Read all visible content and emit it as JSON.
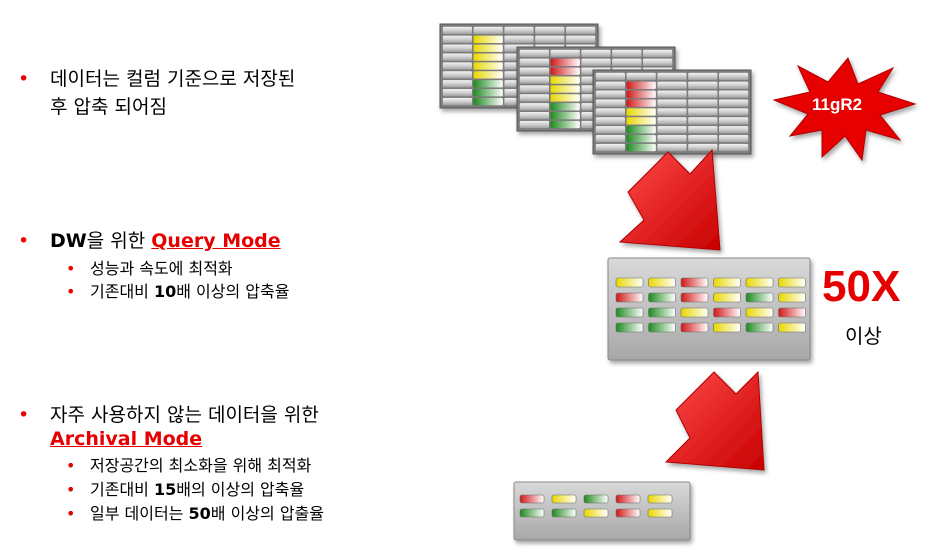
{
  "sections": [
    {
      "lines": [
        "데이터는 컬럼 기준으로 저장된",
        "후 압축 되어짐"
      ],
      "sub": []
    },
    {
      "prefix": "DW",
      "mid": "을 위한 ",
      "mode": "Query Mode",
      "sub": [
        {
          "text": "성능과 속도에 최적화"
        },
        {
          "pre": "기존대비 ",
          "num": "10",
          "post": "배 이상의 압축율"
        }
      ]
    },
    {
      "line1": "자주 사용하지 않는 데이터을 위한",
      "mode": "Archival Mode",
      "sub": [
        {
          "text": "저장공간의 최소화을 위해 최적화"
        },
        {
          "pre": "기존대비 ",
          "num": "15",
          "post": "배의 이상의 압축율"
        },
        {
          "pre": "일부 데이터는 ",
          "num": "50",
          "post": "배 이상의 압출율"
        }
      ]
    }
  ],
  "bullet_glyph": "•",
  "starburst": {
    "label": "11gR2",
    "color": "#e60000"
  },
  "ratio": {
    "value": "50X",
    "suffix": "이상",
    "color": "#e60000"
  },
  "colors": {
    "accent": "#e60000",
    "panel": "#bdbdbd",
    "cell": "#d8d8d8",
    "yellow": "#f0e020",
    "green": "#2e9a2e",
    "red": "#d42020"
  }
}
